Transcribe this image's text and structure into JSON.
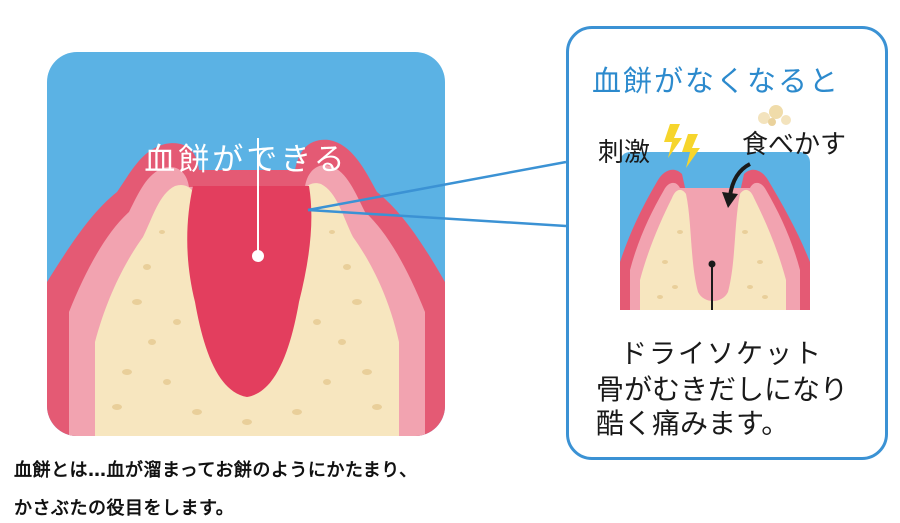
{
  "main_panel": {
    "label": "血餅ができる"
  },
  "zoom_panel": {
    "title": "血餅がなくなると",
    "stimulus_label": "刺激",
    "food_label": "食べかす",
    "socket_label": "ドライソケット",
    "description_line1": "骨がむきだしになり",
    "description_line2": "酷く痛みます。"
  },
  "caption": {
    "line1": "血餅とは…血が溜まってお餅のようにかたまり、",
    "line2": "かさぶたの役目をします。"
  },
  "colors": {
    "sky": "#5BB2E4",
    "gum_outer": "#E45A74",
    "gum_inner": "#F2A3B0",
    "bone": "#F7E6BF",
    "clot": "#E33E5E",
    "frame": "#3B92D4",
    "lightning": "#F6D52C"
  }
}
